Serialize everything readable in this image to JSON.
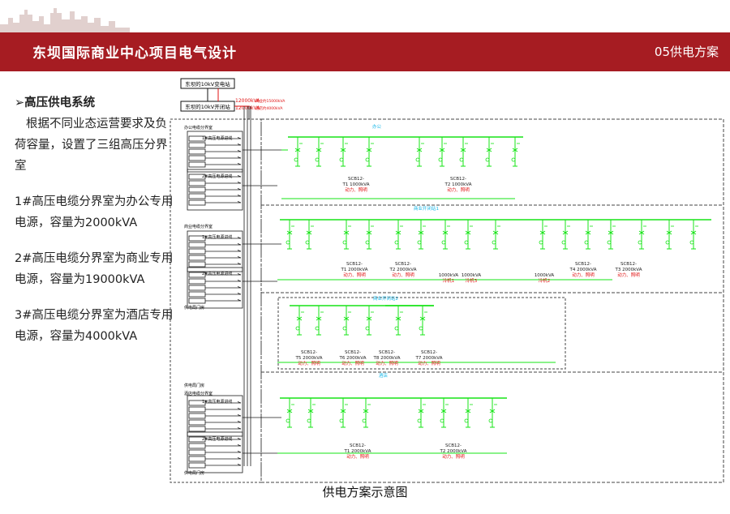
{
  "header": {
    "title": "东坝国际商业中心项目电气设计",
    "section": "05供电方案",
    "banner_color": "#a61c22"
  },
  "left_panel": {
    "heading": "高压供电系统",
    "bullet_icon": "arrow-bullet-icon",
    "intro": "根据不同业态运营要求及负荷容量，设置了三组高压分界室",
    "items": [
      "1#高压电缆分界室为办公专用电源，容量为2000kVA",
      "2#高压电缆分界室为商业专用电源，容量为19000kVA",
      "3#高压电缆分界室为酒店专用电源，容量为4000kVA"
    ]
  },
  "diagram": {
    "sources": [
      "东坝的10kV变电站",
      "东坝的10kV开闭站"
    ],
    "line_labels": [
      "12000kVA",
      "12000kVA"
    ],
    "line_notes": [
      "商业约15000kVA",
      "酒店约4000kVA"
    ],
    "zone_titles": [
      "办公",
      "商业开闭站1",
      "商业开闭站2",
      "酒店"
    ],
    "left_boxes": [
      "办公电缆分界室",
      "商业电缆分界室",
      "供电局门房",
      "供电局门房",
      "酒店电缆分界室",
      "供电局门房"
    ],
    "cabinet_labels": [
      "1#高压电源进线",
      "2#高压电源进线",
      "1#高压电源进线",
      "2#高压电源进线",
      "1#高压电源进线",
      "2#高压电源进线"
    ],
    "transformers": {
      "office": [
        {
          "model": "SCB12-",
          "cap": "T1 1000kVA",
          "use": "动力、照明"
        },
        {
          "model": "SCB12-",
          "cap": "T2 1000kVA",
          "use": "动力、照明"
        }
      ],
      "commercial1": [
        {
          "model": "SCB12-",
          "cap": "T1 2000kVA",
          "use": "动力、照明"
        },
        {
          "model": "SCB12-",
          "cap": "T2 2000kVA",
          "use": "动力、照明"
        },
        {
          "model": "",
          "cap": "1000kVA",
          "use": "冷机1"
        },
        {
          "model": "",
          "cap": "1000kVA",
          "use": "冷机3"
        },
        {
          "model": "",
          "cap": "1000kVA",
          "use": "冷机2"
        },
        {
          "model": "SCB12-",
          "cap": "T4 2000kVA",
          "use": "动力、照明"
        },
        {
          "model": "SCB12-",
          "cap": "T3 2000kVA",
          "use": "动力、照明"
        }
      ],
      "commercial2": [
        {
          "model": "SCB12-",
          "cap": "T5 2000kVA",
          "use": "动力、照明"
        },
        {
          "model": "SCB12-",
          "cap": "T6 2000kVA",
          "use": "动力、照明"
        },
        {
          "model": "SCB12-",
          "cap": "T8 2000kVA",
          "use": "动力、照明"
        },
        {
          "model": "SCB12-",
          "cap": "T7 2000kVA",
          "use": "动力、照明"
        }
      ],
      "hotel": [
        {
          "model": "SCB12-",
          "cap": "T1 2000kVA",
          "use": "动力、照明"
        },
        {
          "model": "SCB12-",
          "cap": "T2 2000kVA",
          "use": "动力、照明"
        }
      ]
    },
    "colors": {
      "bus": "#16e416",
      "red": "#e01010",
      "wire": "#1a1a1a"
    }
  },
  "caption": "供电方案示意图"
}
